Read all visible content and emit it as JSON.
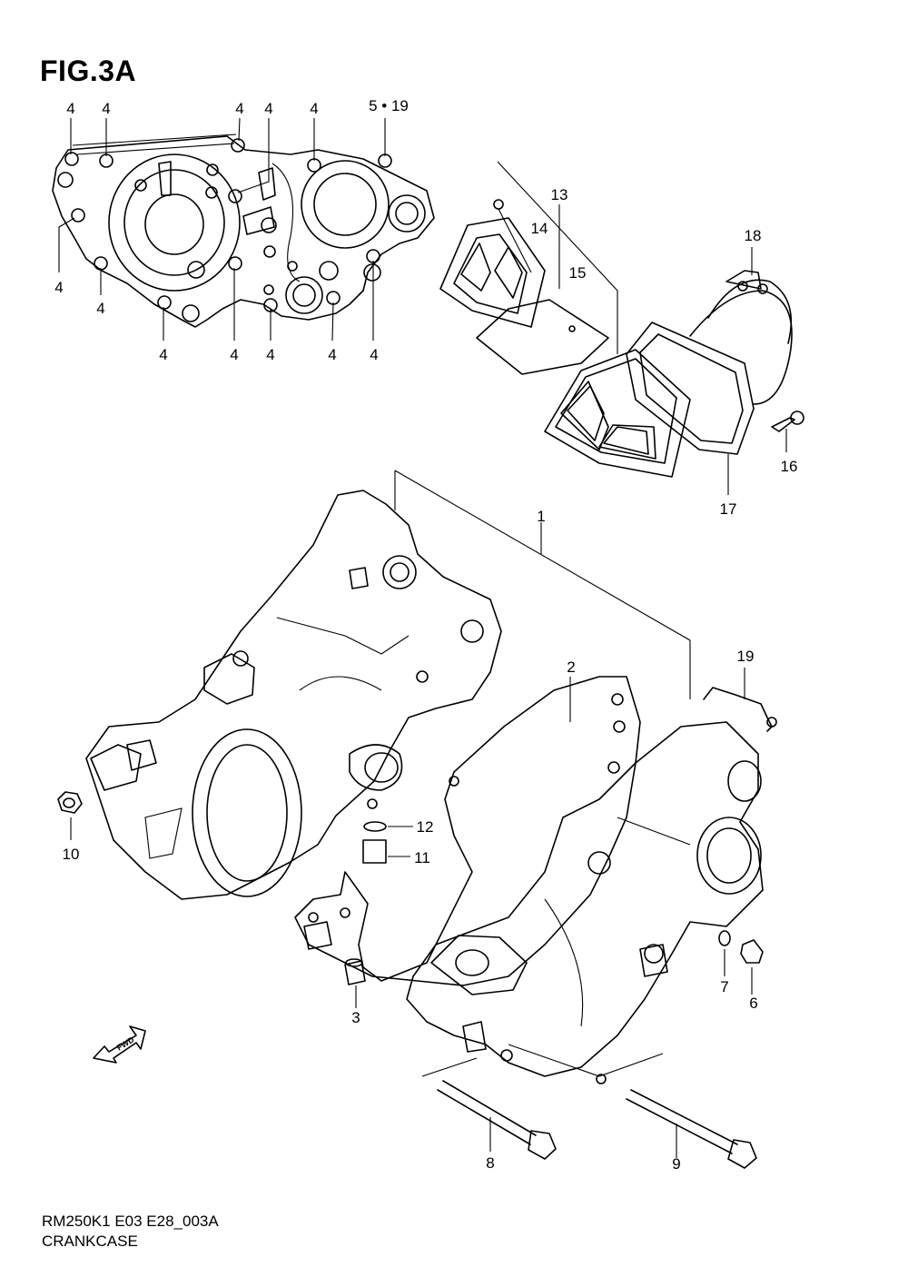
{
  "figure_title": "FIG.3A",
  "caption": {
    "code": "RM250K1 E03 E28_003A",
    "name": "CRANKCASE"
  },
  "fwd_label": "FWD",
  "callouts": {
    "top_bolts": [
      "4",
      "4",
      "4",
      "4",
      "4",
      "5 • 19"
    ],
    "left_bolts": [
      "4",
      "4"
    ],
    "bottom_bolts": [
      "4",
      "4",
      "4",
      "4",
      "4"
    ],
    "reed_valve": [
      "13",
      "14",
      "15"
    ],
    "intake": [
      "18",
      "16",
      "17"
    ],
    "main_parts": [
      "1",
      "2",
      "3",
      "6",
      "7",
      "8",
      "9",
      "10",
      "11",
      "12",
      "19"
    ]
  }
}
